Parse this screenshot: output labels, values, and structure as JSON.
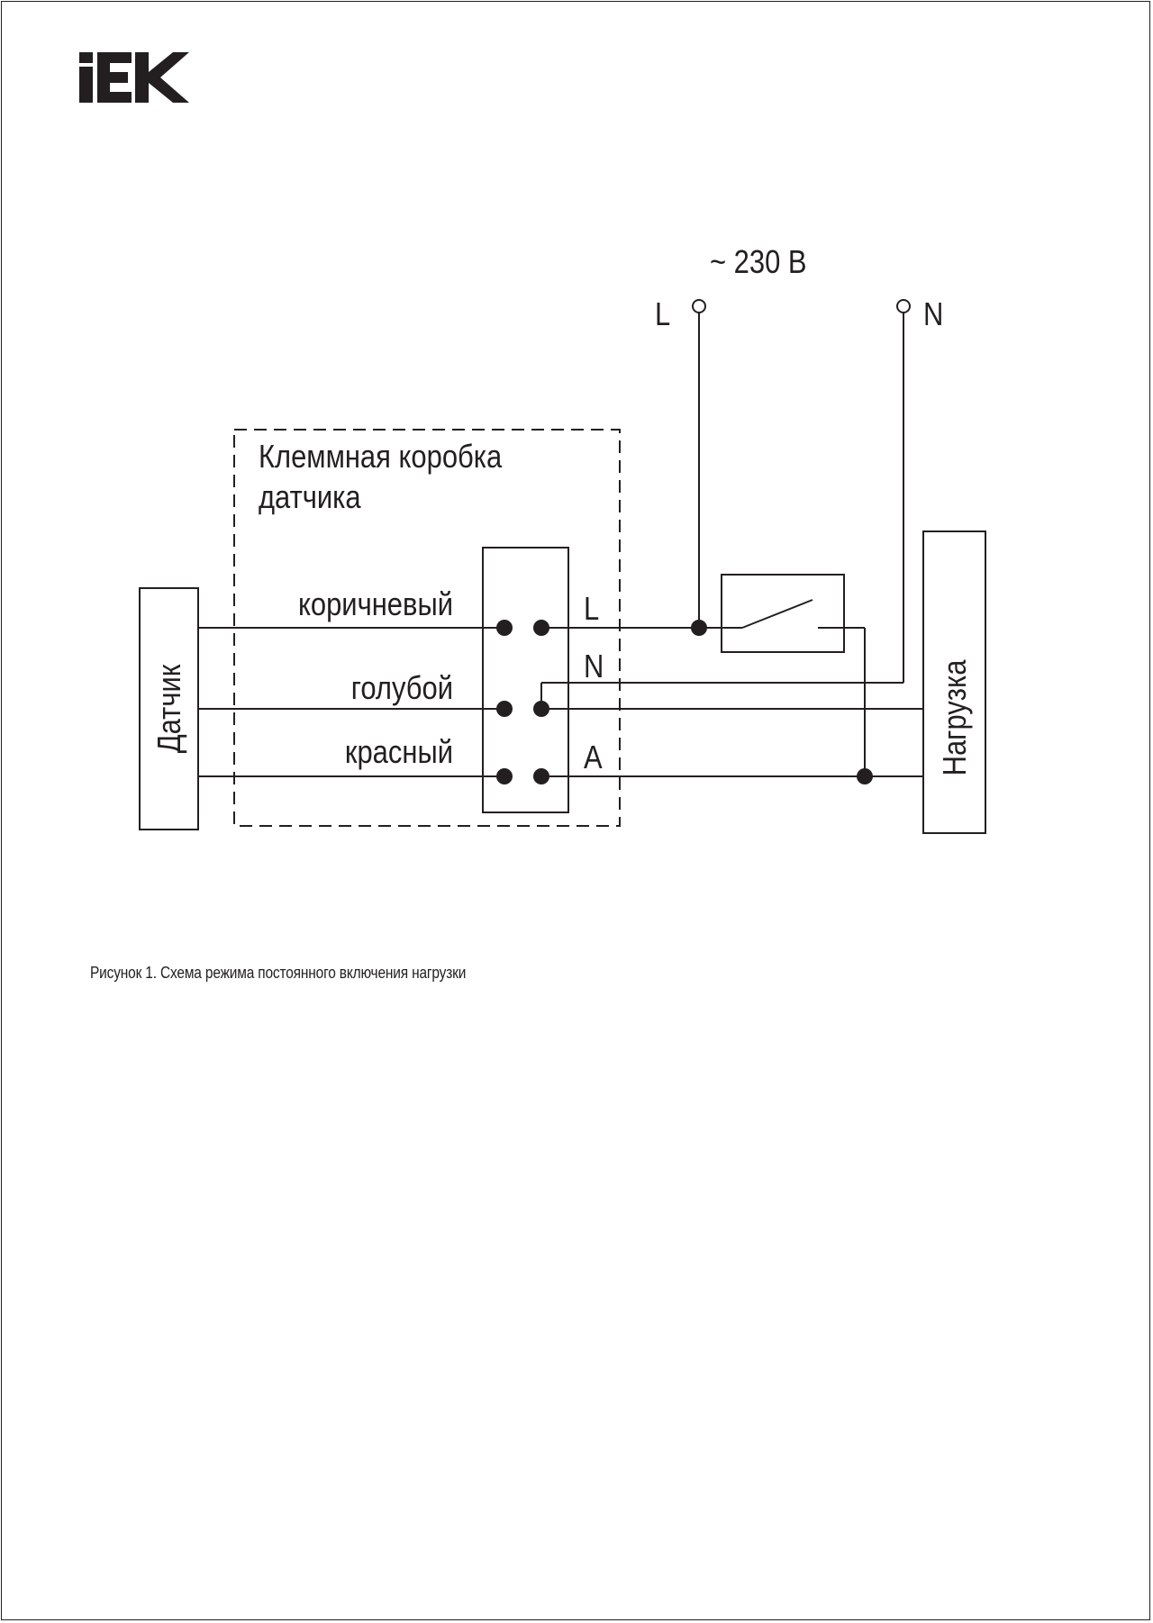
{
  "logo": {
    "text": "IEK",
    "color": "#231f20"
  },
  "diagram": {
    "supply": {
      "voltage_label": "~ 230 В",
      "line_label": "L",
      "neutral_label": "N"
    },
    "junction_box": {
      "title_line1": "Клеммная коробка",
      "title_line2": "датчика"
    },
    "wires": [
      {
        "color_name": "коричневый",
        "terminal": "L"
      },
      {
        "color_name": "голубой",
        "terminal": "N"
      },
      {
        "color_name": "красный",
        "terminal": "A"
      }
    ],
    "sensor_label": "Датчик",
    "load_label": "Нагрузка",
    "line_color": "#231f20"
  },
  "caption": "Рисунок 1. Схема режима постоянного включения нагрузки"
}
